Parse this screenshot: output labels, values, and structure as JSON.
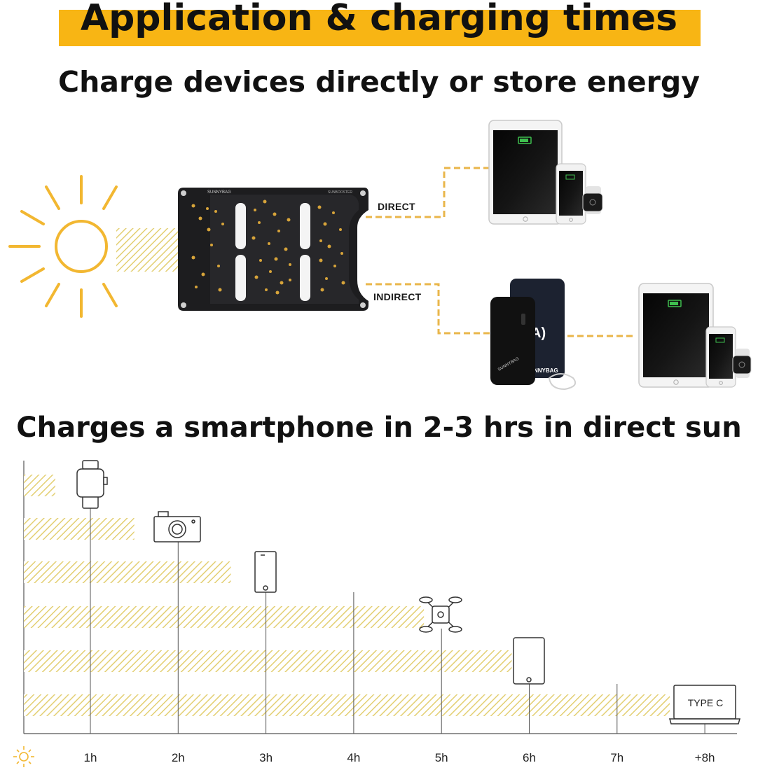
{
  "title": "Application & charging times",
  "subtitle": "Charge devices directly or store energy",
  "labels": {
    "direct": "DIRECT",
    "indirect": "INDIRECT"
  },
  "heading2": "Charges a smartphone in 2-3 hrs in direct sun",
  "panel": {
    "brand": "SUNNYBAG",
    "model": "SUNBOOSTER"
  },
  "powerbank": {
    "brand": "SUNNYBAG"
  },
  "charging_times": {
    "x_ticks": [
      "1h",
      "2h",
      "3h",
      "4h",
      "5h",
      "6h",
      "7h",
      "+8h"
    ],
    "devices": [
      {
        "icon": "smartwatch-icon",
        "hours": 0.6
      },
      {
        "icon": "camera-icon",
        "hours": 1.5
      },
      {
        "icon": "smartphone-icon",
        "hours": 2.6
      },
      {
        "icon": "drone-icon",
        "hours": 4.8
      },
      {
        "icon": "tablet-icon",
        "hours": 5.8
      },
      {
        "icon": "laptop-icon",
        "hours": 7.6,
        "label": "TYPE C"
      }
    ]
  },
  "colors": {
    "accent": "#f8b514",
    "sun": "#f2b731",
    "hatch": "#e3cf72",
    "panel": "#1d1d1f",
    "dash": "#e9b64a"
  }
}
